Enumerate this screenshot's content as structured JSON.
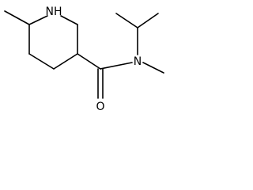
{
  "molecule": {
    "atoms": {
      "ring_nitrogen": "NH",
      "amide_nitrogen": "N",
      "carbonyl_oxygen": "O"
    }
  },
  "colors": {
    "bond": "#000000",
    "text": "#000000",
    "background": "#ffffff"
  }
}
